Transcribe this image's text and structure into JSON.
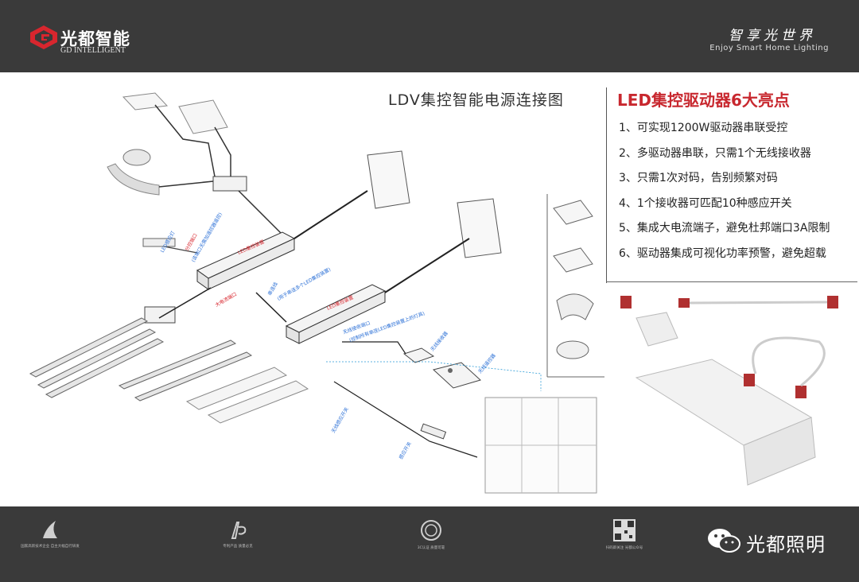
{
  "header": {
    "brand_cn": "光都智能",
    "brand_en": "GD INTELLIGENT",
    "slogan_cn": "智享光世界",
    "slogan_en": "Enjoy Smart Home Lighting"
  },
  "main_title": "LDV集控智能电源连接图",
  "highlights": {
    "title": "LED集控驱动器6大亮点",
    "items": [
      "1、可实现1200W驱动器串联受控",
      "2、多驱动器串联，只需1个无线接收器",
      "3、只需1次对码，告别频繁对码",
      "4、1个接收器可匹配10种感应开关",
      "5、集成大电流端子，避免杜邦端口3A限制",
      "6、驱动器集成可视化功率预警，避免超载"
    ]
  },
  "diagram_labels": {
    "led_strip_light": "LED感应灯",
    "split_port": "分控端口",
    "split_port_note": "(该端口无需加遥控器遥控)",
    "driver_a": "LED集控装置",
    "high_current_port": "大电流端口",
    "serial_line": "串连线",
    "serial_line_note": "(用于串连多个LED集控装置)",
    "wireless_port": "无线接收端口",
    "wireless_port_note": "(控制所有串连LED集控装置上的灯具)",
    "driver_b": "LED集控装置",
    "wireless_receiver": "无线接收器",
    "remote": "无线遥控器",
    "sensor_switch": "无线感应开关",
    "sensor_switch_2": "感应开关"
  },
  "footer": {
    "cert1_caption": "国家高新技术企业 自主大幅自行研发",
    "cert2_caption": "专利产品 质量必见",
    "cert3_caption": "3C认证 质量可靠",
    "cert4_caption": "扫码即关注 光都公众号",
    "wechat_name": "光都照明"
  },
  "colors": {
    "bar_bg": "#3a3a3a",
    "accent_red": "#c8282f",
    "label_blue": "#2a6fd6"
  }
}
